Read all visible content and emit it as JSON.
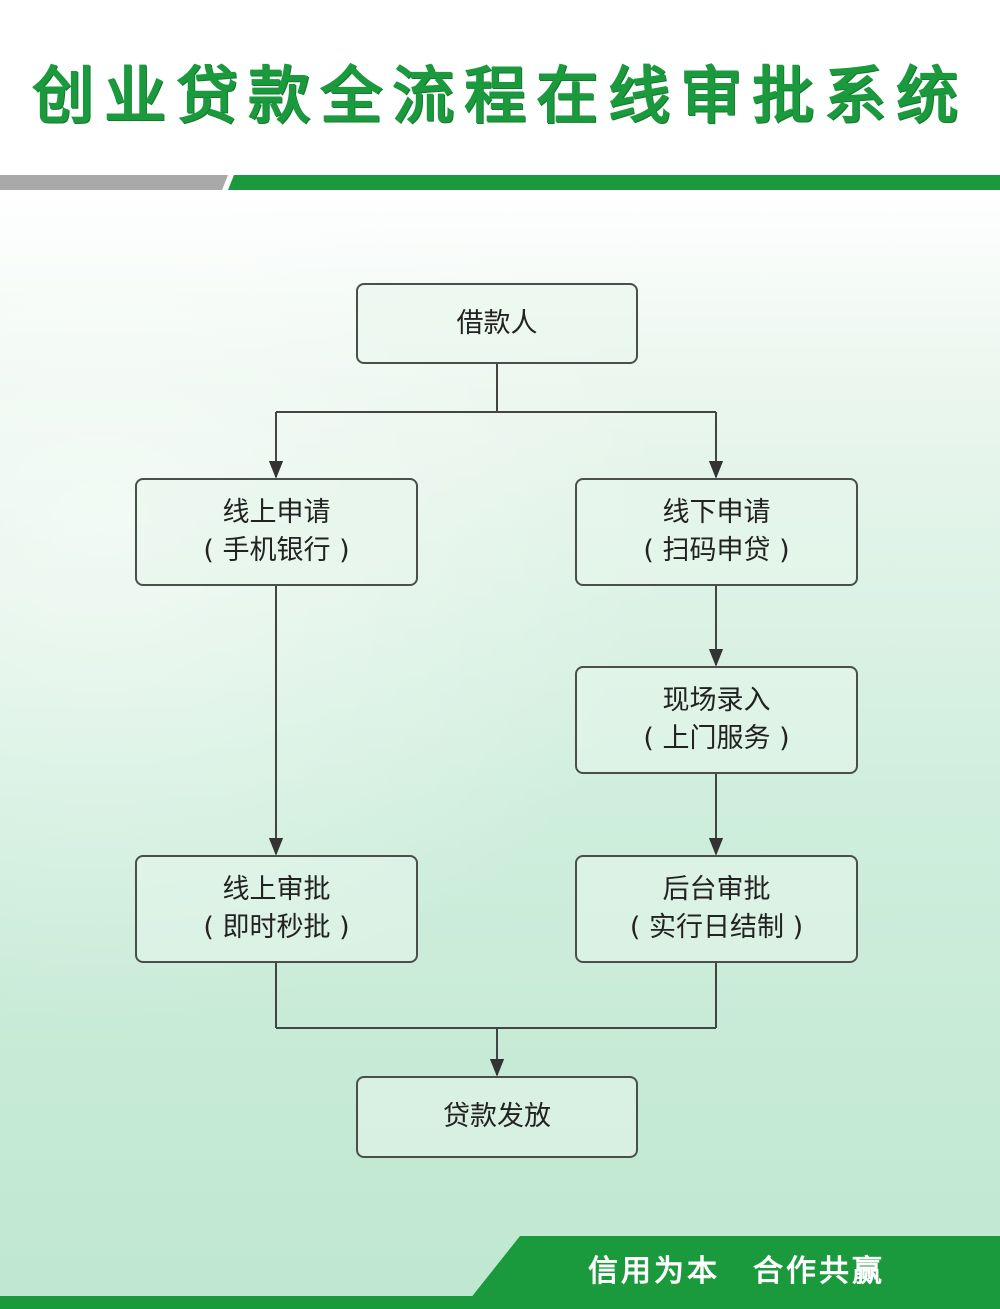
{
  "title": "创业贷款全流程在线审批系统",
  "colors": {
    "brand_green": "#1a9a3c",
    "stripe_gray": "#a9a9a9",
    "node_border": "#4a4f4c"
  },
  "nodes": {
    "borrower": {
      "label": "借款人"
    },
    "online_apply": {
      "label": "线上申请",
      "sub": "手机银行"
    },
    "offline_apply": {
      "label": "线下申请",
      "sub": "扫码申贷"
    },
    "onsite_entry": {
      "label": "现场录入",
      "sub": "上门服务"
    },
    "online_approve": {
      "label": "线上审批",
      "sub": "即时秒批"
    },
    "backend_approve": {
      "label": "后台审批",
      "sub": "实行日结制"
    },
    "disbursement": {
      "label": "贷款发放"
    }
  },
  "footer": {
    "slogan": "信用为本　合作共赢"
  }
}
